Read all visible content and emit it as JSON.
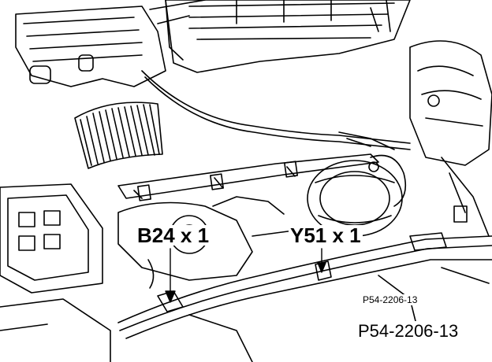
{
  "callouts": {
    "b24": "B24 x 1",
    "y51": "Y51 x 1"
  },
  "reference": {
    "inner": "P54-2206-13",
    "outer": "P54-2206-13"
  },
  "colors": {
    "ink": "#000000",
    "paper": "#ffffff"
  }
}
